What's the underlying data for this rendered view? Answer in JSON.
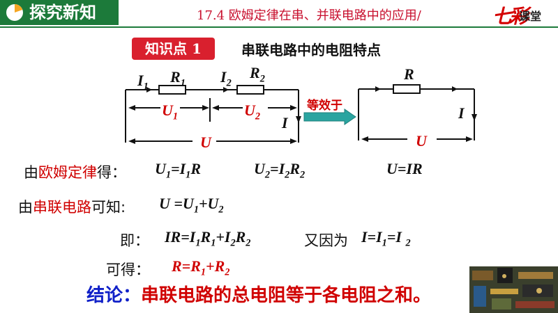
{
  "header": {
    "section_title": "探究新知",
    "lesson_title": "17.4  欧姆定律在串、并联电路中的应用/",
    "brand_logo": "七彩",
    "brand_text": "课堂"
  },
  "knowledge_point": {
    "label": "知识点",
    "number": "1",
    "title": "串联电路中的电阻特点"
  },
  "circuit_left": {
    "I1": "I",
    "I1_sub": "1",
    "R1": "R",
    "R1_sub": "1",
    "I2": "I",
    "I2_sub": "2",
    "R2": "R",
    "R2_sub": "2",
    "U1": "U",
    "U1_sub": "1",
    "U2": "U",
    "U2_sub": "2",
    "I": "I",
    "U": "U"
  },
  "equivalent_label": "等效于",
  "circuit_right": {
    "R": "R",
    "I": "I",
    "U": "U"
  },
  "line1": {
    "prefix": "由",
    "law": "欧姆定律",
    "suffix": "得：",
    "eq1": {
      "a": "U",
      "a_sub": "1",
      "b": "=I",
      "b_sub": "1",
      "c": "R"
    },
    "eq2": {
      "a": "U",
      "a_sub": "2",
      "b": "=I",
      "b_sub": "2",
      "c": "R",
      "c_sub": "2"
    },
    "eq3": "U=IR"
  },
  "line2": {
    "prefix": "由",
    "circuit": "串联电路",
    "suffix": "可知:",
    "eq": {
      "a": "U =U",
      "a_sub": "1",
      "b": "+U",
      "b_sub": "2"
    }
  },
  "line3": {
    "prefix": "即：",
    "eq": {
      "a": "IR=I",
      "a_sub": "1",
      "b": "R",
      "b_sub": "1",
      "c": "+I",
      "c_sub": "2",
      "d": "R",
      "d_sub": "2"
    },
    "also": "又因为",
    "eq2": {
      "a": "I=I",
      "a_sub": "1",
      "b": "=I ",
      "b_sub": "2"
    }
  },
  "line4": {
    "prefix": "可得：",
    "eq": {
      "a": "R=R",
      "a_sub": "1",
      "b": "+R",
      "b_sub": "2"
    }
  },
  "conclusion": {
    "label": "结论：",
    "text": "串联电路的总电阻等于各电阻之和。"
  },
  "colors": {
    "header_green": "#1c7a3a",
    "accent_red": "#d00000",
    "conclusion_blue": "#1020c8",
    "arrow_teal": "#2aa4a0"
  },
  "icons": {
    "header_icon": "pie-chart-icon",
    "decor_image": "circuit-board-photo"
  }
}
